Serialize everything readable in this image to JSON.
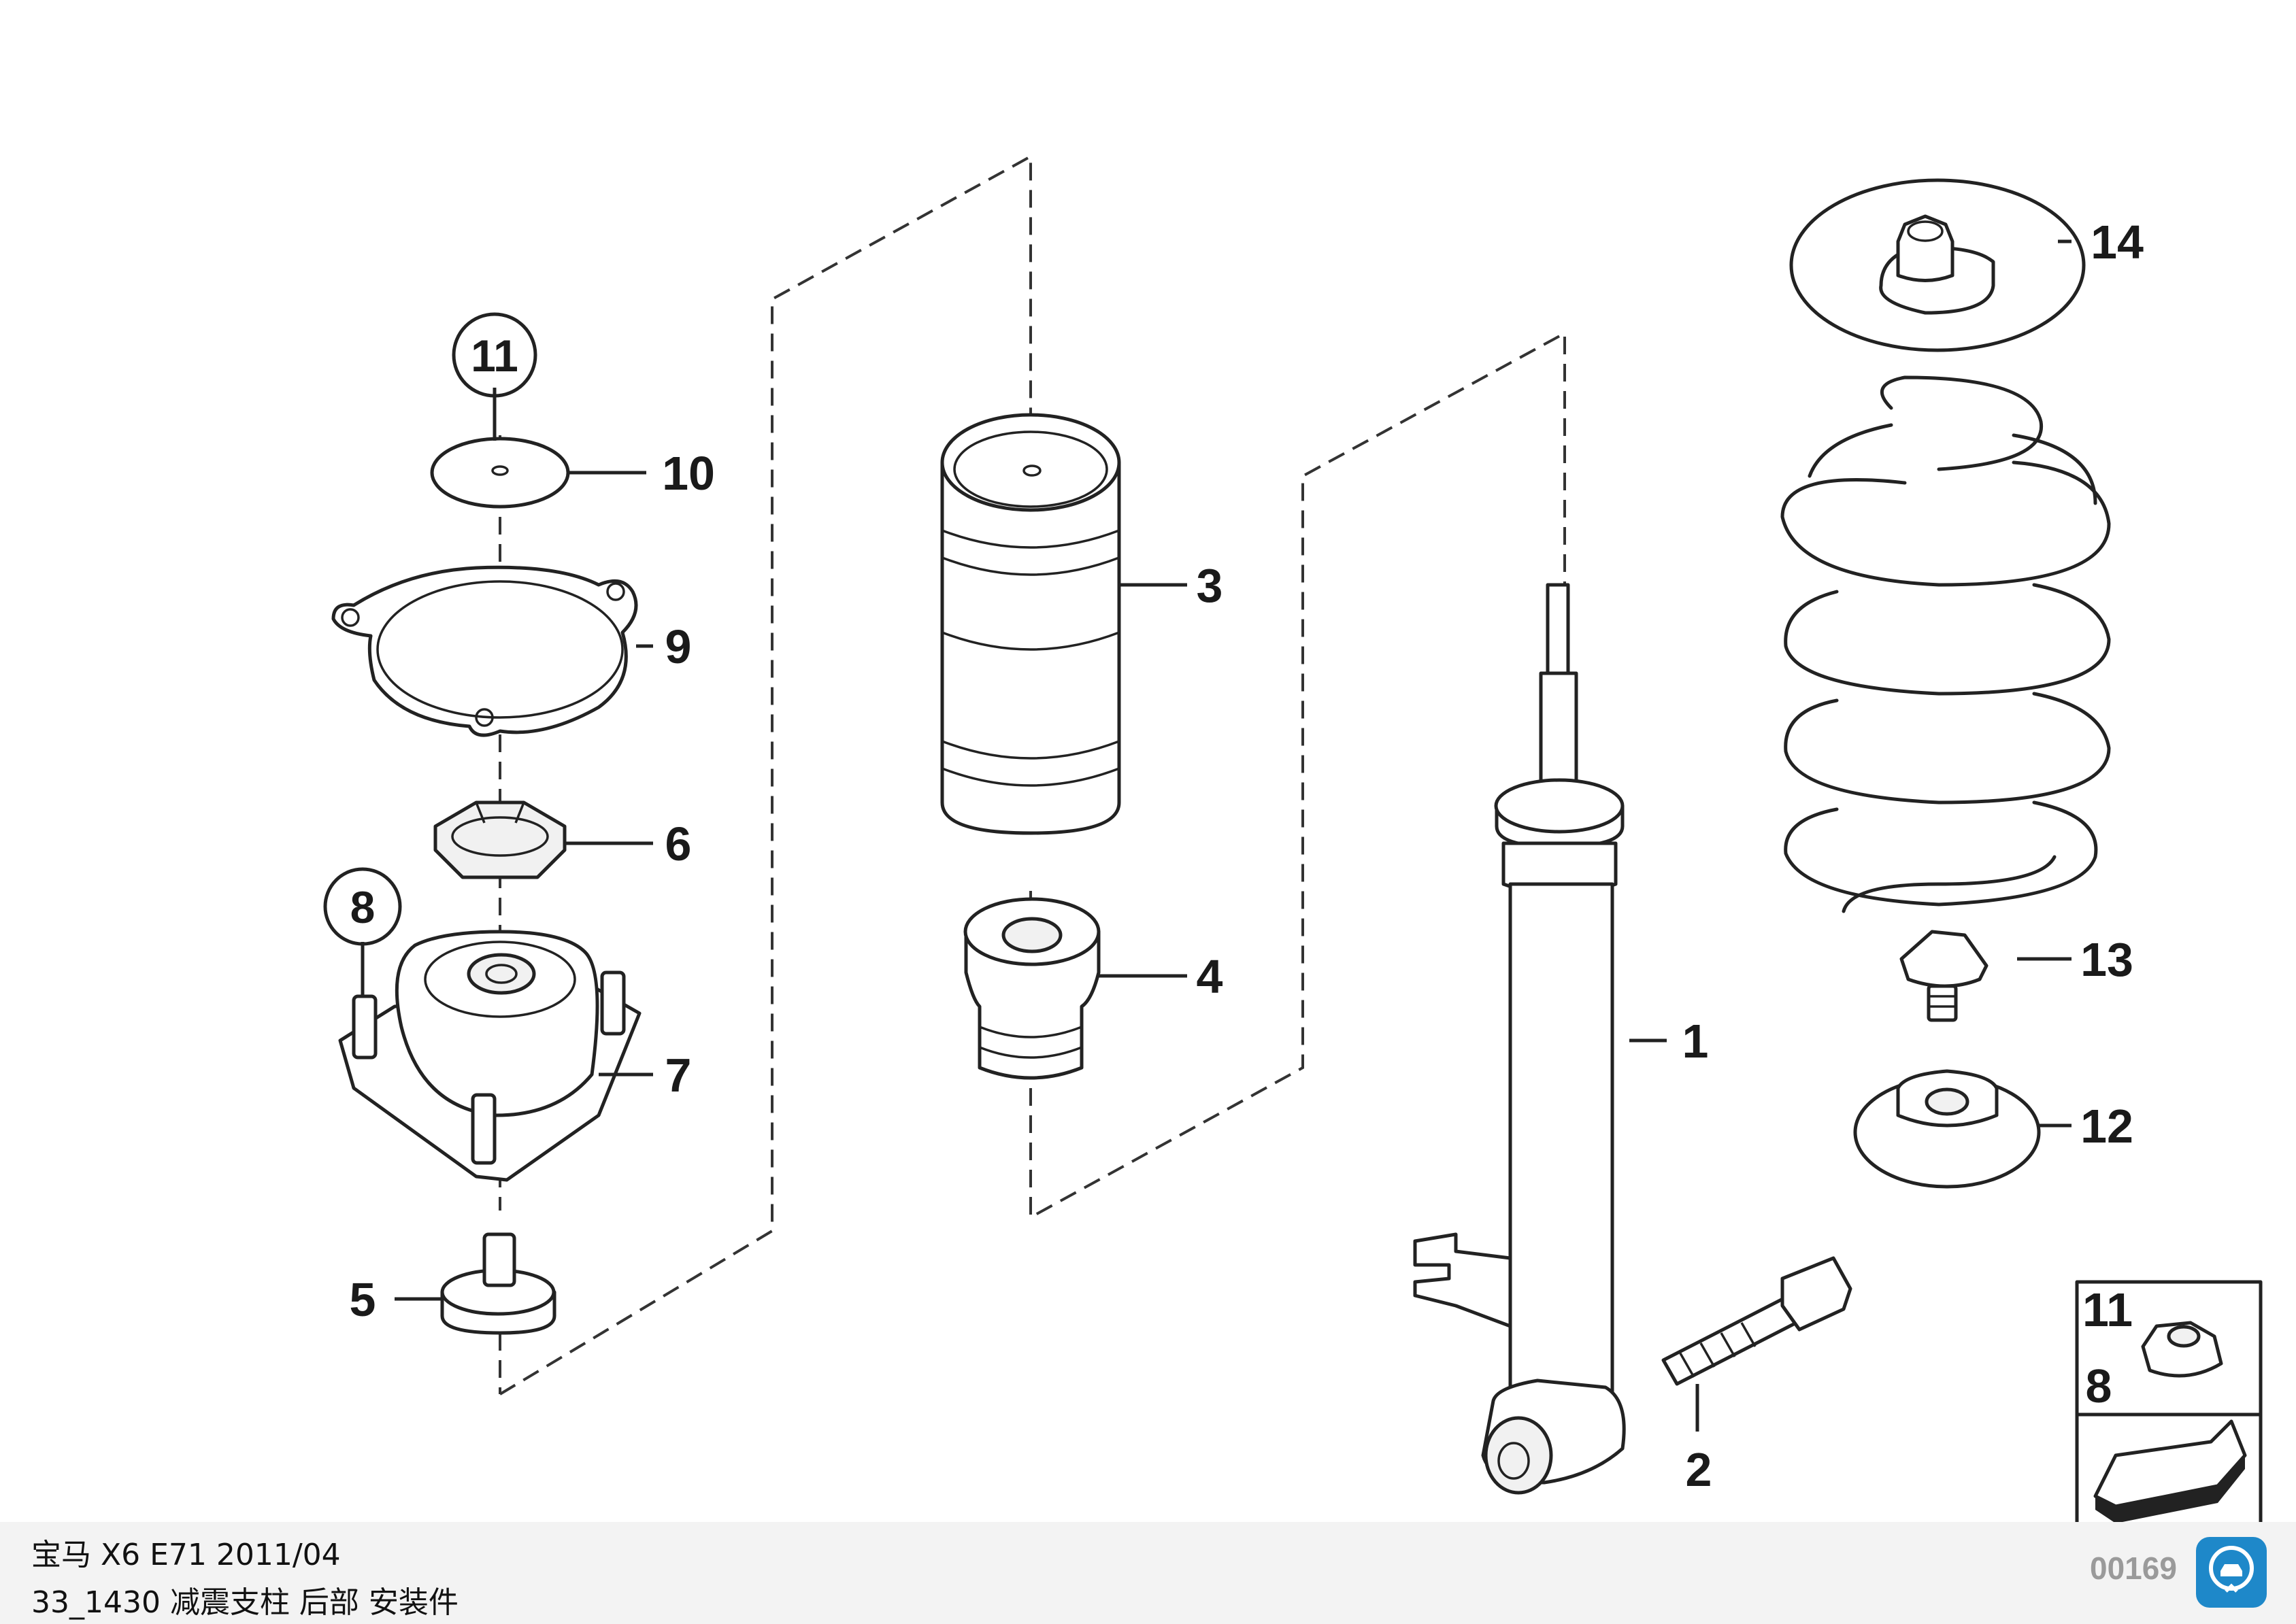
{
  "diagram": {
    "callouts": [
      "1",
      "2",
      "3",
      "4",
      "5",
      "6",
      "7",
      "8",
      "9",
      "10",
      "11",
      "12",
      "13",
      "14"
    ],
    "circled_callouts": [
      "11",
      "8"
    ],
    "legend": {
      "top_label": "11",
      "bottom_label": "8"
    },
    "reference_number": "00169"
  },
  "footer": {
    "line1": "宝马 X6 E71 2011/04",
    "line2": "33_1430 减震支柱 后部 安装件"
  },
  "app_badge": {
    "icon": "car-service-app-icon",
    "color": "#1e88c9"
  }
}
